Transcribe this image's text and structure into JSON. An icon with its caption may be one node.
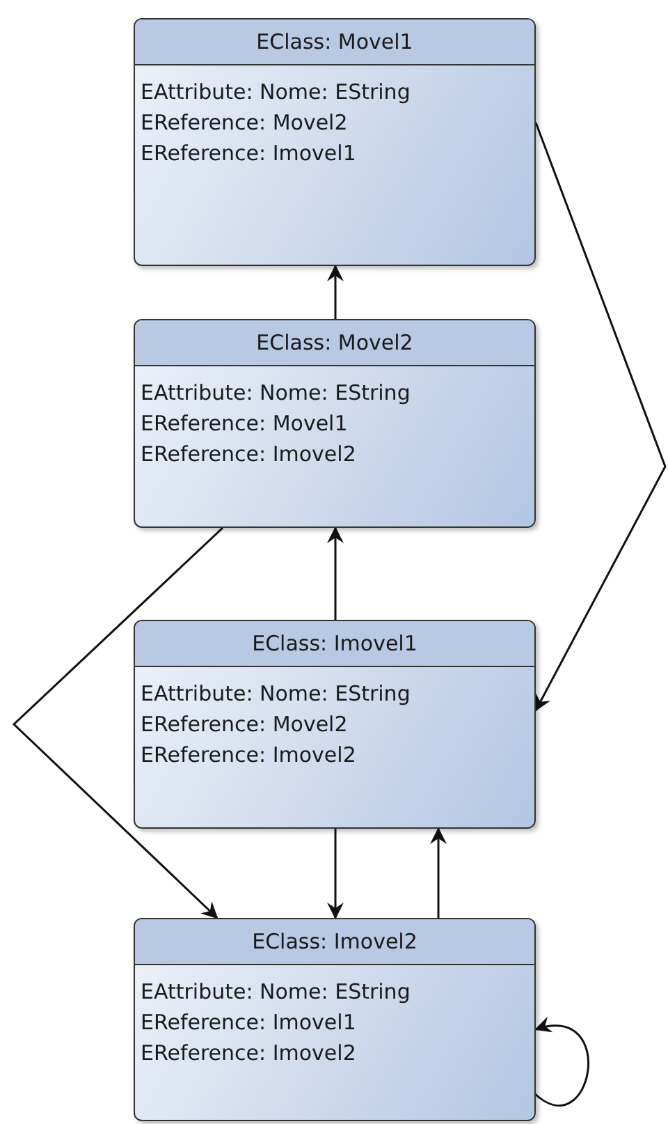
{
  "diagram": {
    "nodes": [
      {
        "text": [
          "EClass: Movel1",
          "EAttribute: Nome: EString",
          "EReference: Movel2",
          "EReference: Imovel1"
        ]
      },
      {
        "text": [
          "EClass: Movel2",
          "EAttribute: Nome: EString",
          "EReference: Movel1",
          "EReference: Imovel2"
        ]
      },
      {
        "text": [
          "EClass: Imovel1",
          "EAttribute: Nome: EString",
          "EReference: Movel2",
          "EReference: Imovel2"
        ]
      },
      {
        "text": [
          "EClass: Imovel2",
          "EAttribute: Nome: EString",
          "EReference: Imovel1",
          "EReference: Imovel2"
        ]
      }
    ],
    "edges": [
      {
        "from": 1,
        "to": 0,
        "arrow": "to"
      },
      {
        "from": 0,
        "to": 2,
        "arrow": "to"
      },
      {
        "from": 2,
        "to": 1,
        "arrow": "to"
      },
      {
        "from": 1,
        "to": 3,
        "arrow": "to"
      },
      {
        "from": 2,
        "to": 3,
        "arrow": "to"
      },
      {
        "from": 3,
        "to": 2,
        "arrow": "to"
      },
      {
        "from": 3,
        "to": 3,
        "arrow": "to"
      }
    ]
  }
}
